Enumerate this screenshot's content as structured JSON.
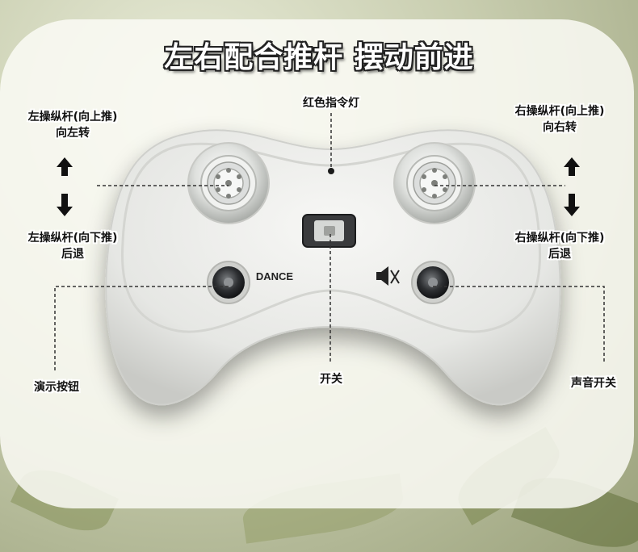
{
  "title": "左右配合推杆 摆动前进",
  "labels": {
    "red_light": "红色指令灯",
    "left_up_line1": "左操纵杆(向上推)",
    "left_up_line2": "向左转",
    "left_down_line1": "左操纵杆(向下推)",
    "left_down_line2": "后退",
    "right_up_line1": "右操纵杆(向上推)",
    "right_up_line2": "向右转",
    "right_down_line1": "右操纵杆(向下推)",
    "right_down_line2": "后退",
    "demo_button": "演示按钮",
    "power_switch": "开关",
    "sound_switch": "声音开关"
  },
  "controller": {
    "dance_text": "DANCE",
    "body_color": "#ecedeb"
  },
  "icons": {
    "left_up_arrow": "arrow-up-icon",
    "left_down_arrow": "arrow-down-icon",
    "right_up_arrow": "arrow-up-icon",
    "right_down_arrow": "arrow-down-icon",
    "sound": "speaker-mute-icon"
  }
}
